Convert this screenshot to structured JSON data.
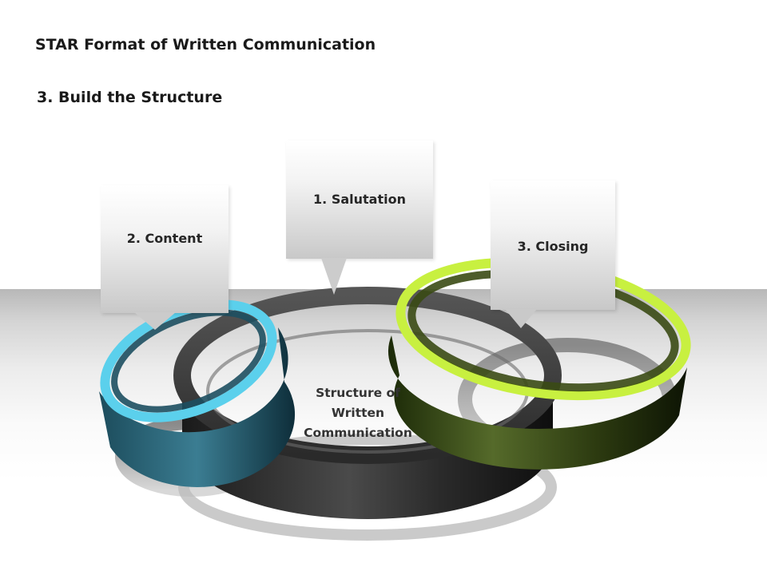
{
  "header": {
    "title": "STAR Format of Written Communication",
    "subtitle": "3. Build the Structure"
  },
  "diagram": {
    "center_label": "Structure of Written Communication",
    "rings": [
      {
        "name": "dark-ring",
        "color": "#2a2a2a"
      },
      {
        "name": "blue-ring",
        "color": "#5bd0ec"
      },
      {
        "name": "green-ring",
        "color": "#c8f040"
      }
    ],
    "callouts": [
      {
        "label": "1. Salutation"
      },
      {
        "label": "2. Content"
      },
      {
        "label": "3. Closing"
      }
    ]
  }
}
